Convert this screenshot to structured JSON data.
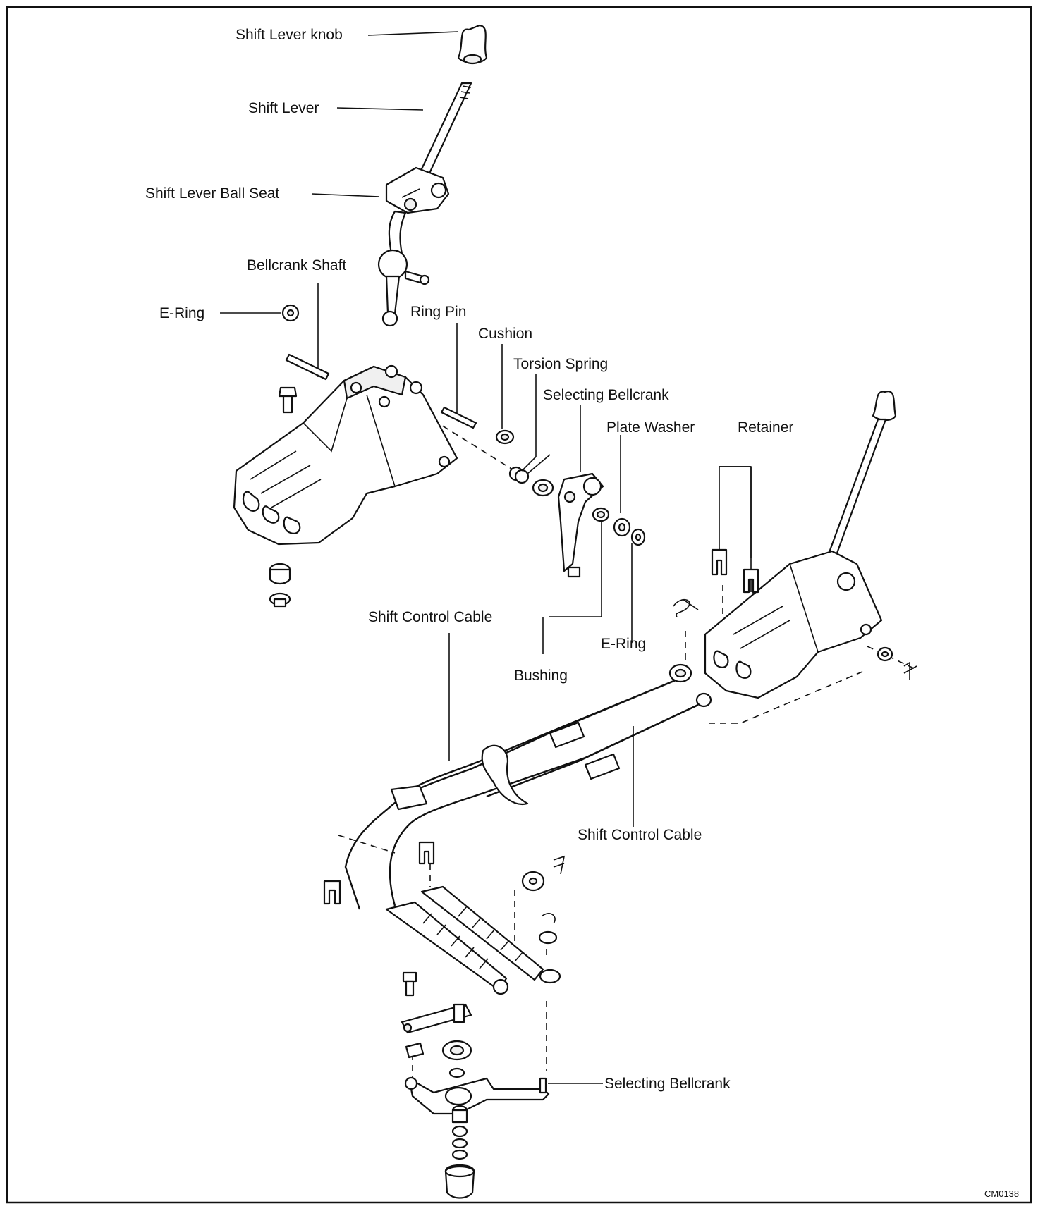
{
  "labels": {
    "shift_lever_knob": "Shift Lever knob",
    "shift_lever": "Shift Lever",
    "shift_lever_ball_seat": "Shift Lever Ball Seat",
    "bellcrank_shaft": "Bellcrank Shaft",
    "e_ring_top": "E-Ring",
    "ring_pin": "Ring Pin",
    "cushion": "Cushion",
    "torsion_spring": "Torsion Spring",
    "selecting_bellcrank_top": "Selecting Bellcrank",
    "plate_washer": "Plate Washer",
    "retainer": "Retainer",
    "shift_control_cable_left": "Shift Control Cable",
    "e_ring_mid": "E-Ring",
    "bushing": "Bushing",
    "shift_control_cable_right": "Shift Control Cable",
    "selecting_bellcrank_bottom": "Selecting Bellcrank"
  },
  "figure_code": "CM0138"
}
